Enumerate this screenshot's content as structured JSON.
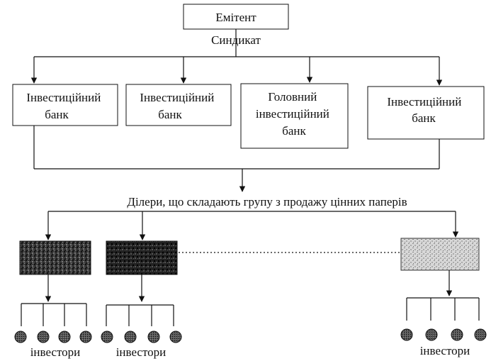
{
  "issuer": {
    "label": "Емітент"
  },
  "syndicate": {
    "label": "Синдикат"
  },
  "banks": [
    {
      "lines": [
        "Інвестиційний",
        "банк"
      ]
    },
    {
      "lines": [
        "Інвестиційний",
        "банк"
      ]
    },
    {
      "lines": [
        "Головний",
        "інвестиційний",
        "банк"
      ]
    },
    {
      "lines": [
        "Інвестиційний",
        "банк"
      ]
    }
  ],
  "dealers": {
    "label": "Ділери, що складають групу з продажу цінних паперів"
  },
  "investors": [
    {
      "label": "інвестори"
    },
    {
      "label": "інвестори"
    },
    {
      "label": "інвестори"
    }
  ],
  "colors": {
    "line": "#111111",
    "dealer_dark": "#2a2a2a",
    "dealer_light": "#c8c8c8",
    "investor": "#333333"
  }
}
